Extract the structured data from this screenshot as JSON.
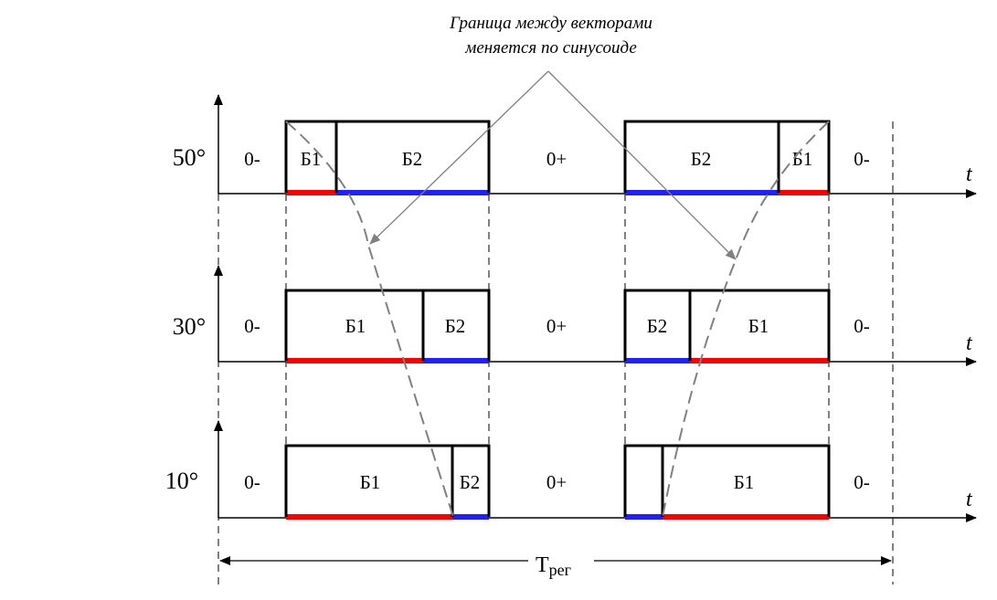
{
  "annotation": {
    "line1": "Граница между векторами",
    "line2": "меняется по синусоиде"
  },
  "axis_symbol": "t",
  "period": {
    "main": "T",
    "sub": "рег"
  },
  "colors": {
    "b1": "#ff0000",
    "b2": "#2020ff",
    "boundary": "#808080"
  },
  "rows": [
    {
      "label": "50°",
      "segments": [
        "0-",
        "Б1",
        "Б2",
        "0+",
        "Б2",
        "Б1",
        "0-"
      ]
    },
    {
      "label": "30°",
      "segments": [
        "0-",
        "Б1",
        "Б2",
        "0+",
        "Б2",
        "Б1",
        "0-"
      ]
    },
    {
      "label": "10°",
      "segments": [
        "0-",
        "Б1",
        "Б2",
        "0+",
        "",
        "Б1",
        "0-"
      ]
    }
  ]
}
